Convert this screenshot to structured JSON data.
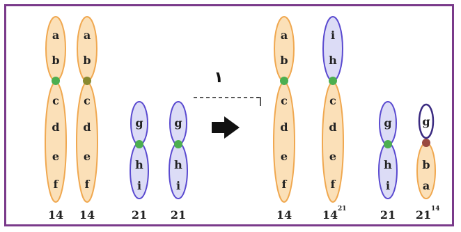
{
  "colors": {
    "frame": "#7a3a8a",
    "orange_fill": "#fbe0b8",
    "orange_stroke": "#f0a850",
    "blue_fill": "#dcdcf6",
    "blue_stroke": "#5a4ad0",
    "centromere": "#4caf50",
    "arrow": "#111111"
  },
  "step_marker": "١",
  "chromosomes": [
    {
      "id": "c14a",
      "label": "14",
      "sup": "",
      "top_genes": [
        "a",
        "b"
      ],
      "bottom_genes": [
        "c",
        "d",
        "e",
        "f"
      ]
    },
    {
      "id": "c14b",
      "label": "14",
      "sup": "",
      "top_genes": [
        "a",
        "b"
      ],
      "bottom_genes": [
        "c",
        "d",
        "e",
        "f"
      ]
    },
    {
      "id": "c21a",
      "label": "21",
      "sup": "",
      "top_genes": [
        "g"
      ],
      "bottom_genes": [
        "h",
        "i"
      ]
    },
    {
      "id": "c21b",
      "label": "21",
      "sup": "",
      "top_genes": [
        "g"
      ],
      "bottom_genes": [
        "h",
        "i"
      ]
    },
    {
      "id": "r14",
      "label": "14",
      "sup": "",
      "top_genes": [
        "a",
        "b"
      ],
      "bottom_genes": [
        "c",
        "d",
        "e",
        "f"
      ]
    },
    {
      "id": "r1421",
      "label": "14",
      "sup": "21",
      "top_genes": [
        "i",
        "h"
      ],
      "bottom_genes": [
        "c",
        "d",
        "e",
        "f"
      ]
    },
    {
      "id": "r21",
      "label": "21",
      "sup": "",
      "top_genes": [
        "g"
      ],
      "bottom_genes": [
        "h",
        "i"
      ]
    },
    {
      "id": "r2114",
      "label": "21",
      "sup": "14",
      "top_genes": [
        "g"
      ],
      "bottom_genes": [
        "b",
        "a"
      ]
    }
  ]
}
